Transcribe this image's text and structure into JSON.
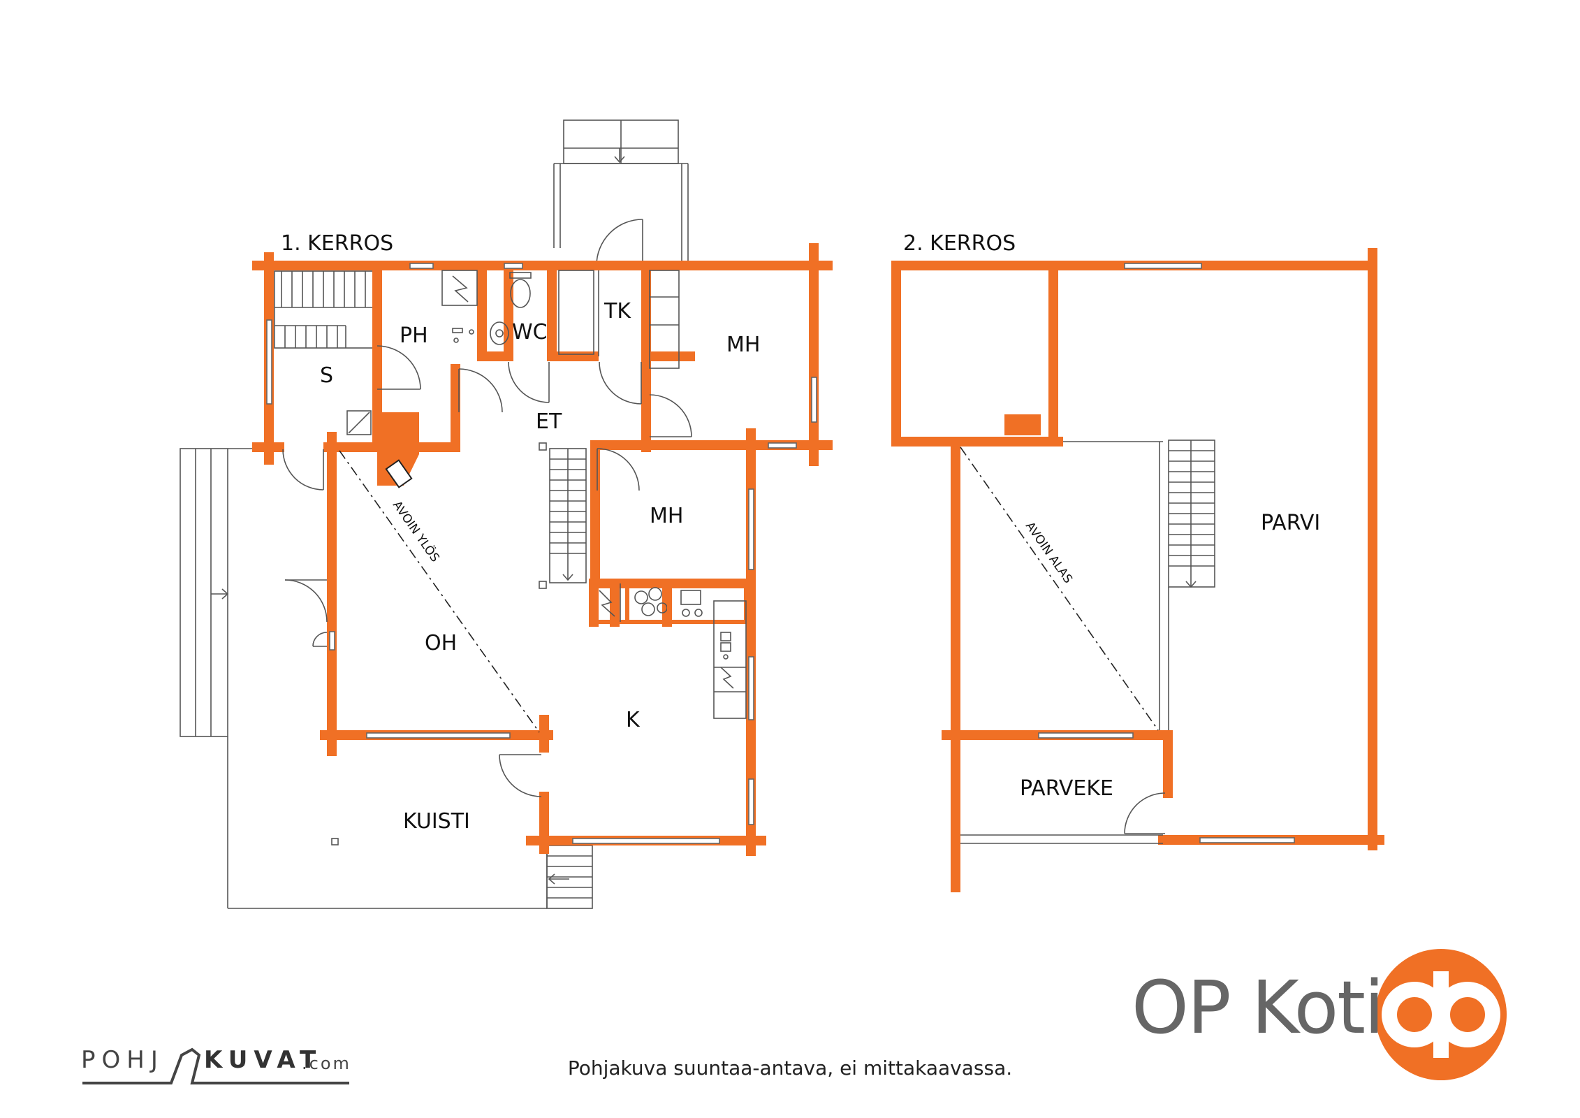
{
  "floors": {
    "first": {
      "title": "1. KERROS"
    },
    "second": {
      "title": "2. KERROS"
    }
  },
  "rooms": {
    "ph": "PH",
    "wc": "WC",
    "tk": "TK",
    "mh_top": "MH",
    "s": "S",
    "et": "ET",
    "mh_mid": "MH",
    "oh": "OH",
    "k": "K",
    "kuisti": "KUISTI",
    "parvi": "PARVI",
    "parveke": "PARVEKE"
  },
  "annotations": {
    "open_up": "AVOIN YLÖS",
    "open_down": "AVOIN ALAS"
  },
  "footer": {
    "note": "Pohjakuva suuntaa-antava, ei mittakaavassa."
  },
  "branding": {
    "op_koti": "OP Koti",
    "pohjakuvat_left": "POHJ",
    "pohjakuvat_right": "KUVAT",
    "pohjakuvat_tld": ".com"
  },
  "colors": {
    "wall": "#f07025",
    "brand": "#f07025",
    "line": "#555555"
  }
}
